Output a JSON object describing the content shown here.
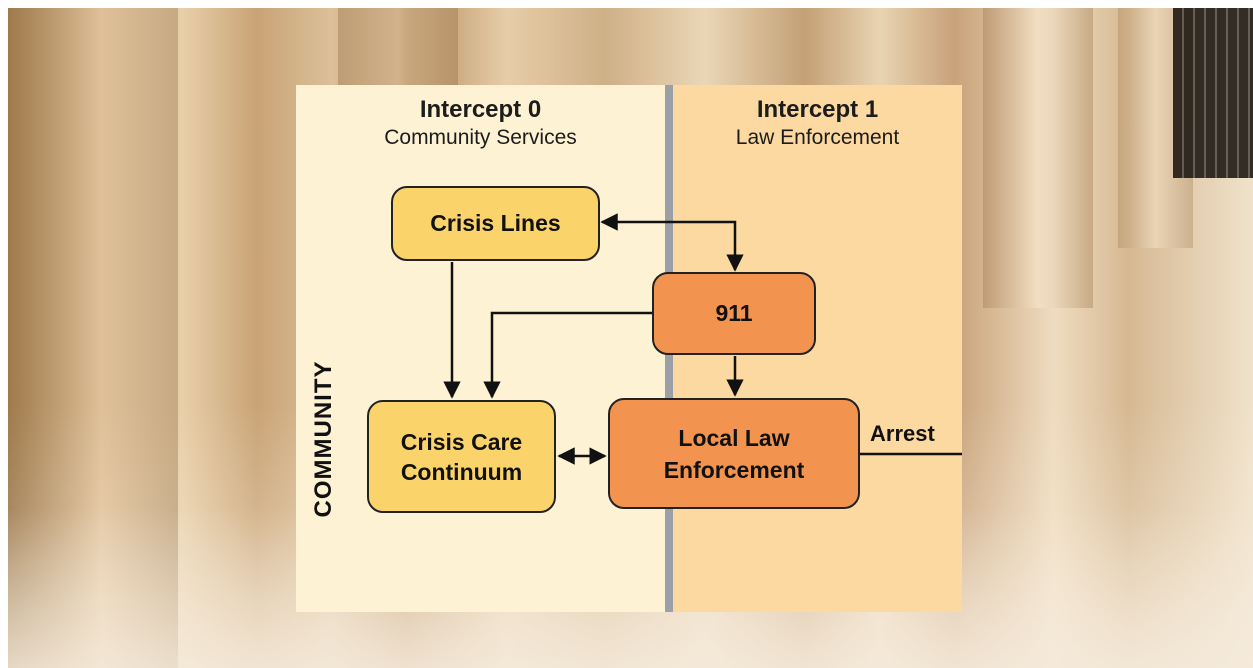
{
  "diagram": {
    "intercept0": {
      "title": "Intercept 0",
      "subtitle": "Community Services"
    },
    "intercept1": {
      "title": "Intercept 1",
      "subtitle": "Law Enforcement"
    },
    "side_label": "COMMUNITY",
    "nodes": {
      "crisis_lines": "Crisis Lines",
      "n911": "911",
      "crisis_care_line1": "Crisis Care",
      "crisis_care_line2": "Continuum",
      "local_law_line1": "Local Law",
      "local_law_line2": "Enforcement"
    },
    "arrest_label": "Arrest",
    "colors": {
      "intercept0_bg": "#fdf2d3",
      "intercept1_bg": "#fcd9a0",
      "yellow_box": "#fbd36b",
      "orange_box": "#f2944f",
      "divider": "#9aa0a6"
    }
  }
}
